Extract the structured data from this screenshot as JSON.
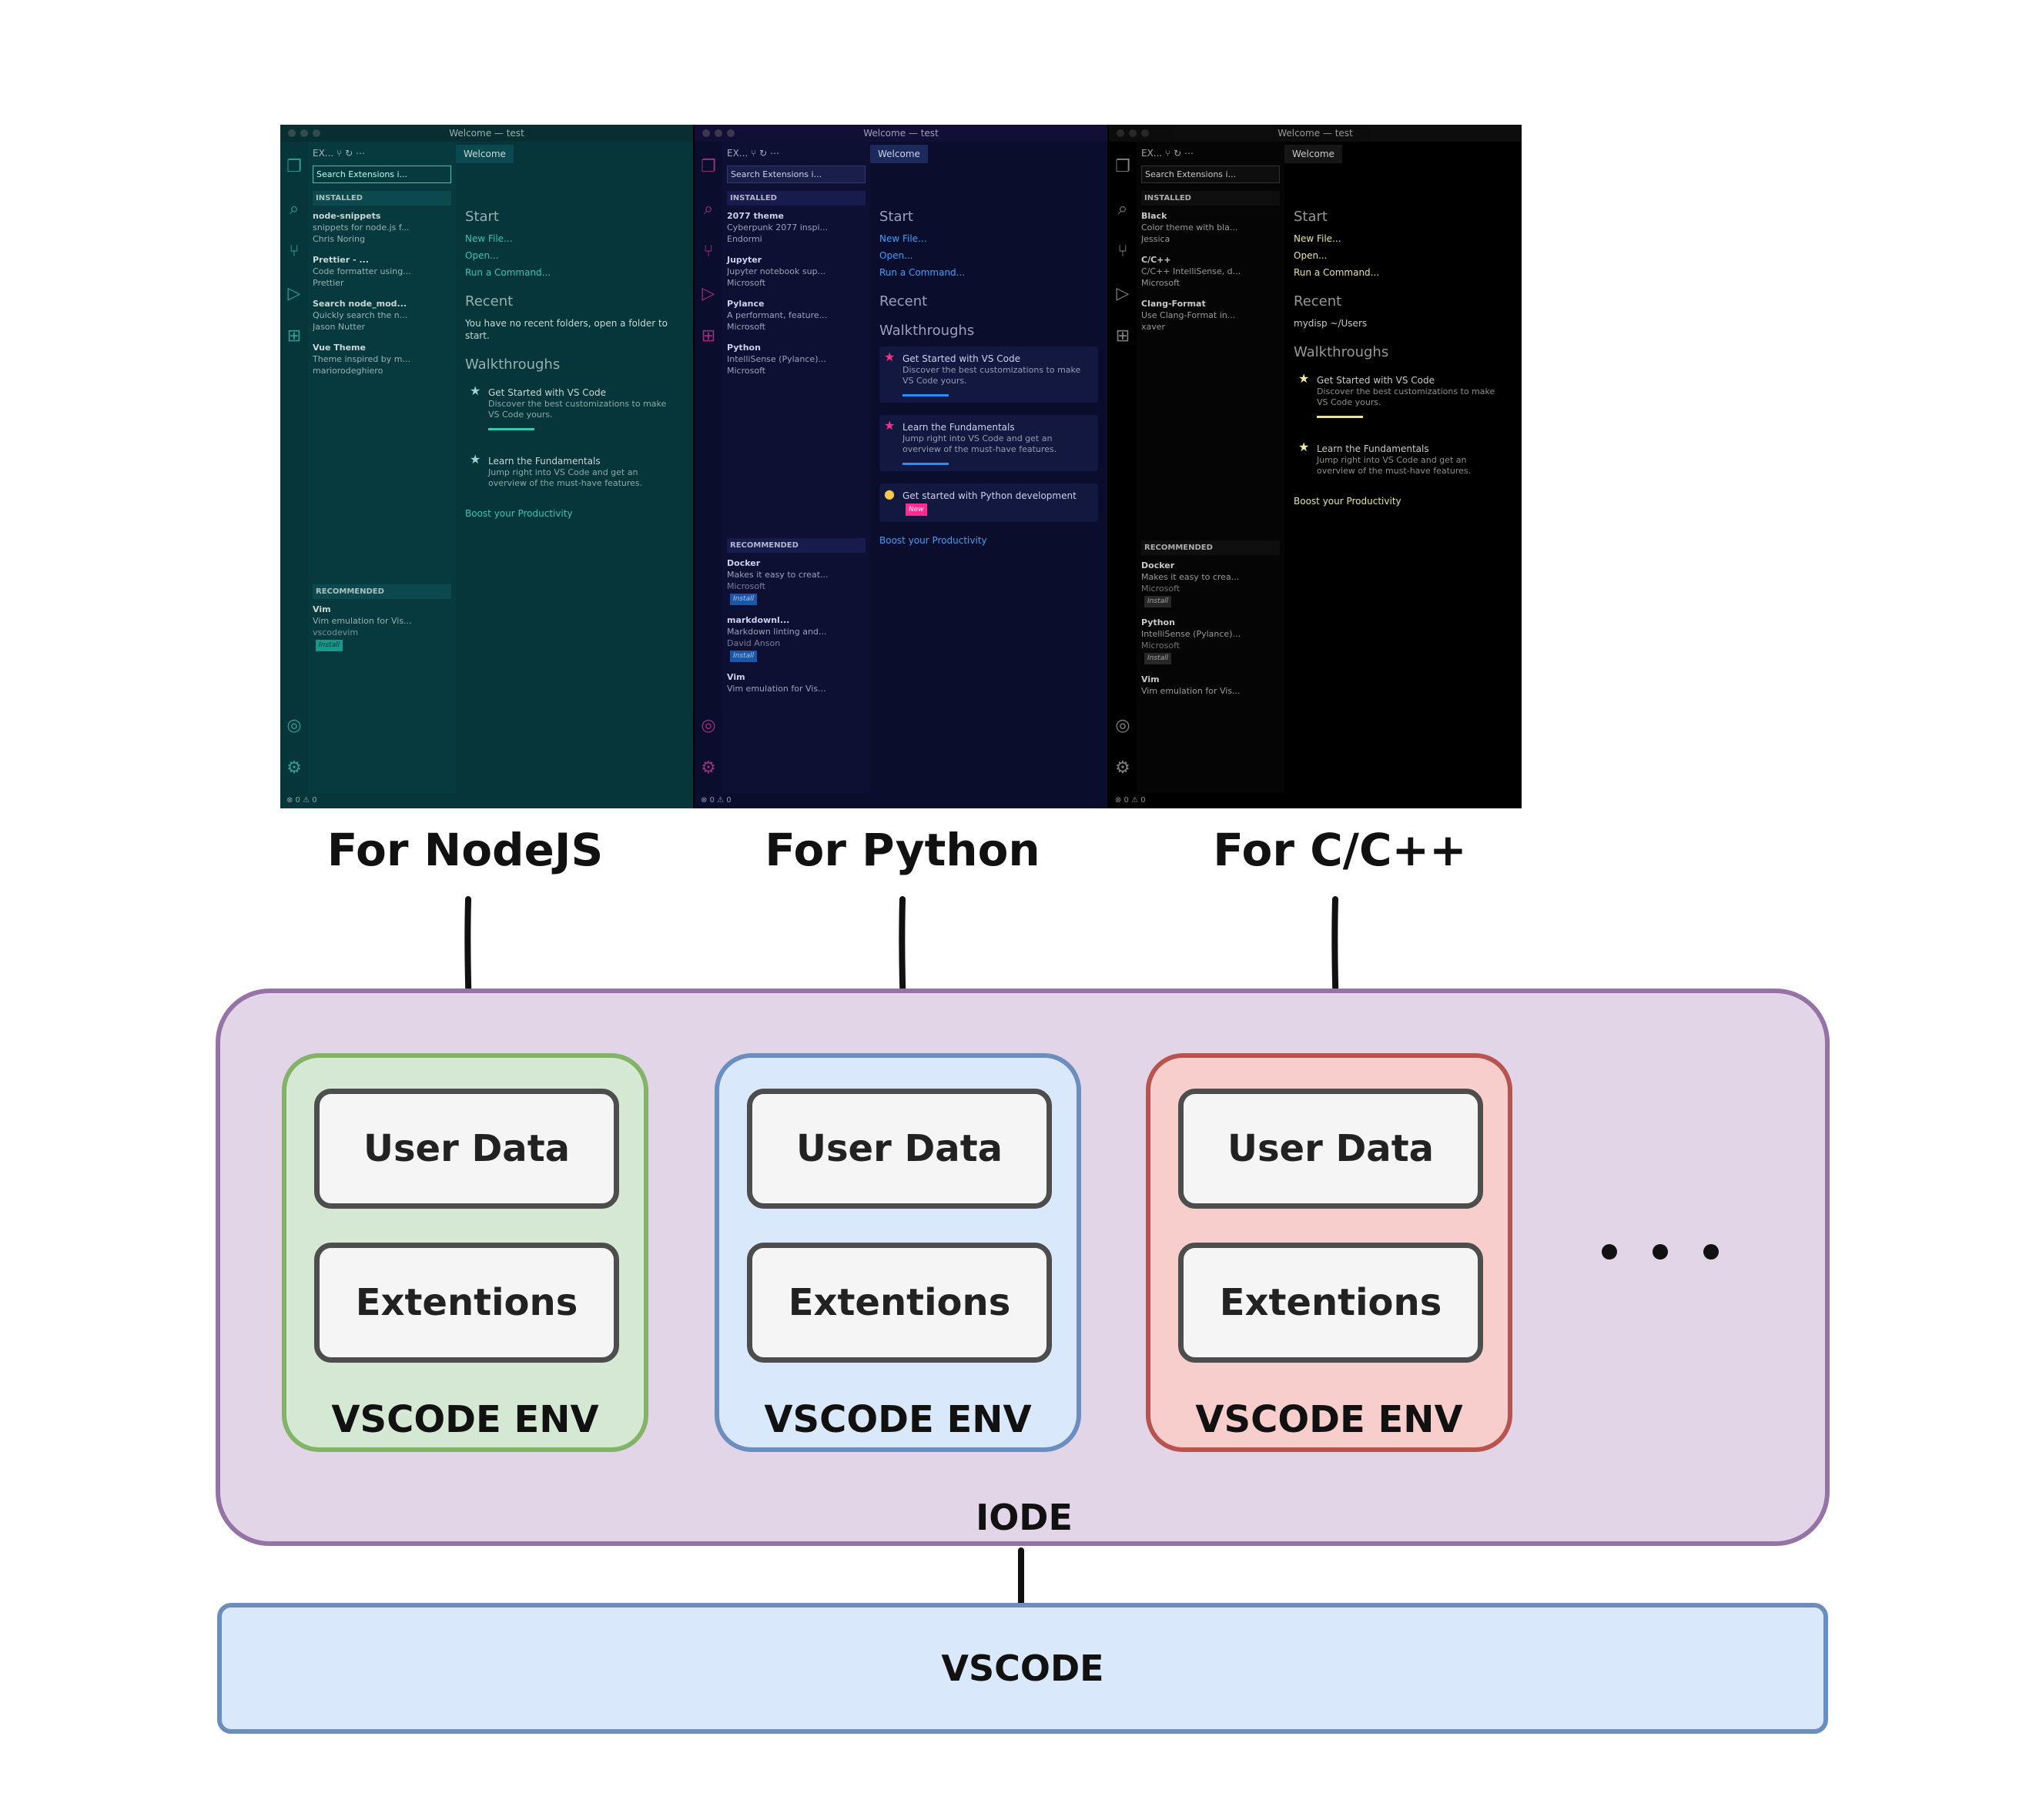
{
  "screenshots": [
    {
      "title": "Welcome — test",
      "sidebar_search": "Search Extensions i...",
      "installed_label": "INSTALLED",
      "installed": [
        {
          "name": "node-snippets",
          "desc": "snippets for node.js f...",
          "author": "Chris Noring"
        },
        {
          "name": "Prettier - ...",
          "desc": "Code formatter using...",
          "author": "Prettier"
        },
        {
          "name": "Search node_mod...",
          "desc": "Quickly search the n...",
          "author": "Jason Nutter"
        },
        {
          "name": "Vue Theme",
          "desc": "Theme inspired by m...",
          "author": "mariorodeghiero"
        }
      ],
      "recommended_label": "RECOMMENDED",
      "recommended": [
        {
          "name": "Vim",
          "desc": "Vim emulation for Vis...",
          "author": "vscodevim",
          "badge": "Install"
        }
      ],
      "tab": "Welcome",
      "start_heading": "Start",
      "start_links": [
        "New File...",
        "Open...",
        "Run a Command..."
      ],
      "recent_heading": "Recent",
      "recent_text": "You have no recent folders, open a folder to start.",
      "walk_heading": "Walkthroughs",
      "walkthroughs": [
        {
          "title": "Get Started with VS Code",
          "desc": "Discover the best customizations to make VS Code yours."
        },
        {
          "title": "Learn the Fundamentals",
          "desc": "Jump right into VS Code and get an overview of the must-have features."
        }
      ],
      "boost": "Boost your Productivity",
      "status": "⊗ 0 ⚠ 0"
    },
    {
      "title": "Welcome — test",
      "sidebar_search": "Search Extensions i...",
      "installed_label": "INSTALLED",
      "installed": [
        {
          "name": "2077 theme",
          "desc": "Cyberpunk 2077 inspi...",
          "author": "Endormi"
        },
        {
          "name": "Jupyter",
          "desc": "Jupyter notebook sup...",
          "author": "Microsoft"
        },
        {
          "name": "Pylance",
          "desc": "A performant, feature...",
          "author": "Microsoft"
        },
        {
          "name": "Python",
          "desc": "IntelliSense (Pylance)...",
          "author": "Microsoft"
        }
      ],
      "recommended_label": "RECOMMENDED",
      "recommended": [
        {
          "name": "Docker",
          "desc": "Makes it easy to creat...",
          "author": "Microsoft",
          "badge": "Install"
        },
        {
          "name": "markdownl...",
          "desc": "Markdown linting and...",
          "author": "David Anson",
          "badge": "Install"
        },
        {
          "name": "Vim",
          "desc": "Vim emulation for Vis...",
          "author": "",
          "badge": ""
        }
      ],
      "tab": "Welcome",
      "start_heading": "Start",
      "start_links": [
        "New File...",
        "Open...",
        "Run a Command..."
      ],
      "recent_heading": "Recent",
      "recent_text": "",
      "walk_heading": "Walkthroughs",
      "walkthroughs": [
        {
          "title": "Get Started with VS Code",
          "desc": "Discover the best customizations to make VS Code yours."
        },
        {
          "title": "Learn the Fundamentals",
          "desc": "Jump right into VS Code and get an overview of the must-have features."
        },
        {
          "title": "Get started with Python development",
          "desc": "",
          "badge": "New"
        }
      ],
      "boost": "Boost your Productivity",
      "status": "⊗ 0 ⚠ 0"
    },
    {
      "title": "Welcome — test",
      "sidebar_search": "Search Extensions i...",
      "installed_label": "INSTALLED",
      "installed": [
        {
          "name": "Black",
          "desc": "Color theme with bla...",
          "author": "Jessica"
        },
        {
          "name": "C/C++",
          "desc": "C/C++ IntelliSense, d...",
          "author": "Microsoft"
        },
        {
          "name": "Clang-Format",
          "desc": "Use Clang-Format in...",
          "author": "xaver"
        }
      ],
      "recommended_label": "RECOMMENDED",
      "recommended": [
        {
          "name": "Docker",
          "desc": "Makes it easy to crea...",
          "author": "Microsoft",
          "badge": "Install"
        },
        {
          "name": "Python",
          "desc": "IntelliSense (Pylance)...",
          "author": "Microsoft",
          "badge": "Install"
        },
        {
          "name": "Vim",
          "desc": "Vim emulation for Vis...",
          "author": "",
          "badge": ""
        }
      ],
      "tab": "Welcome",
      "start_heading": "Start",
      "start_links": [
        "New File...",
        "Open...",
        "Run a Command..."
      ],
      "recent_heading": "Recent",
      "recent_text": "mydisp  ~/Users",
      "walk_heading": "Walkthroughs",
      "walkthroughs": [
        {
          "title": "Get Started with VS Code",
          "desc": "Discover the best customizations to make VS Code yours."
        },
        {
          "title": "Learn the Fundamentals",
          "desc": "Jump right into VS Code and get an overview of the must-have features."
        }
      ],
      "boost": "Boost your Productivity",
      "status": "⊗ 0 ⚠ 0"
    }
  ],
  "labels": {
    "node": "For NodeJS",
    "python": "For Python",
    "cpp": "For C/C++"
  },
  "envs": [
    {
      "user_data": "User Data",
      "extensions": "Extentions",
      "name": "VSCODE ENV",
      "color": "#82b366"
    },
    {
      "user_data": "User Data",
      "extensions": "Extentions",
      "name": "VSCODE ENV",
      "color": "#6c8ebf"
    },
    {
      "user_data": "User Data",
      "extensions": "Extentions",
      "name": "VSCODE ENV",
      "color": "#b85450"
    }
  ],
  "iode_label": "IODE",
  "vscode_label": "VSCODE",
  "colors": {
    "iode_fill": "#e1d5e7",
    "iode_stroke": "#9673a6",
    "vscode_fill": "#dae8fc",
    "vscode_stroke": "#6c8ebf"
  }
}
